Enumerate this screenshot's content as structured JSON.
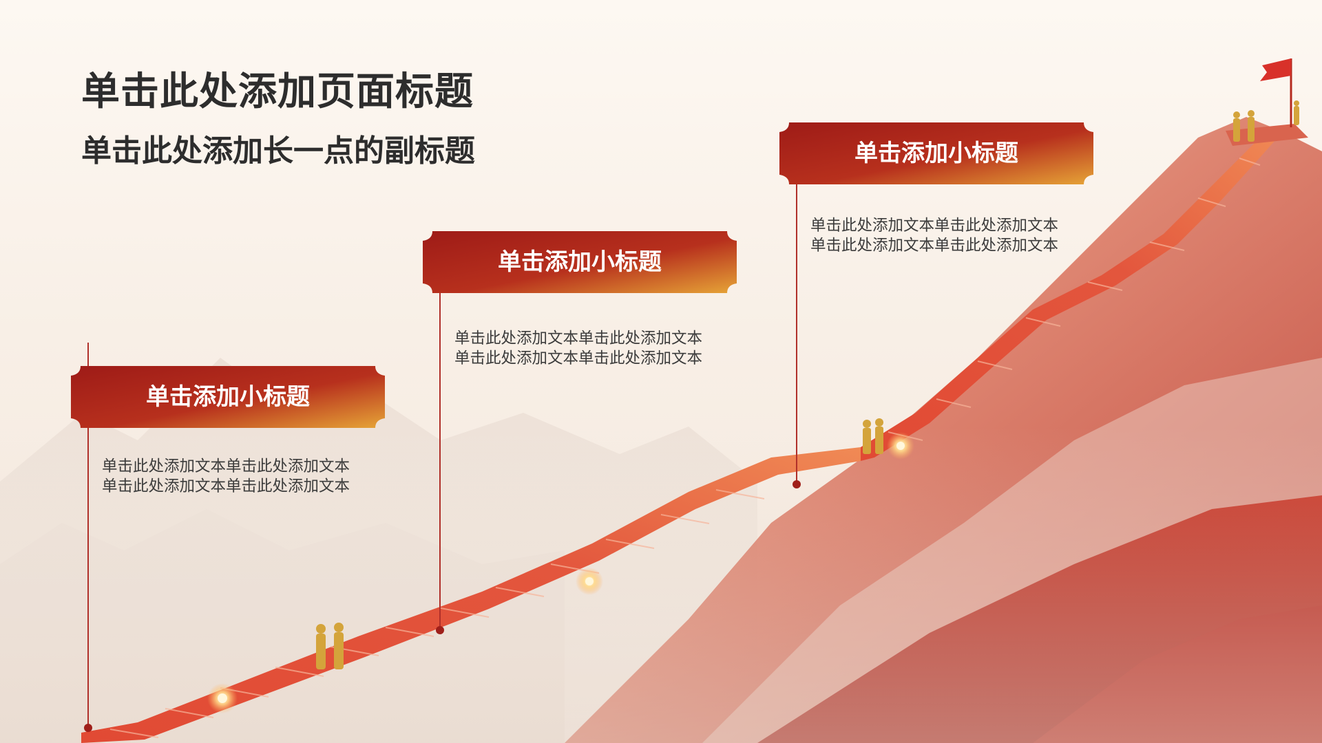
{
  "page": {
    "title": "单击此处添加页面标题",
    "subtitle": "单击此处添加长一点的副标题"
  },
  "steps": [
    {
      "title": "单击添加小标题",
      "lines": [
        "单击此处添加文本单击此处添加文本",
        "单击此处添加文本单击此处添加文本"
      ]
    },
    {
      "title": "单击添加小标题",
      "lines": [
        "单击此处添加文本单击此处添加文本",
        "单击此处添加文本单击此处添加文本"
      ]
    },
    {
      "title": "单击添加小标题",
      "lines": [
        "单击此处添加文本单击此处添加文本",
        "单击此处添加文本单击此处添加文本"
      ]
    }
  ],
  "colors": {
    "banner_dark": "#9e1b17",
    "banner_mid": "#c03a1f",
    "banner_gold": "#e6a437",
    "connector": "#b0302a",
    "title_text": "#2d2d2d",
    "body_text": "#3c3c3c"
  },
  "icons": {
    "summit_flag": "red-flag-icon",
    "climbers": "person-silhouette-icon",
    "lanterns": "glow-light-icon"
  }
}
